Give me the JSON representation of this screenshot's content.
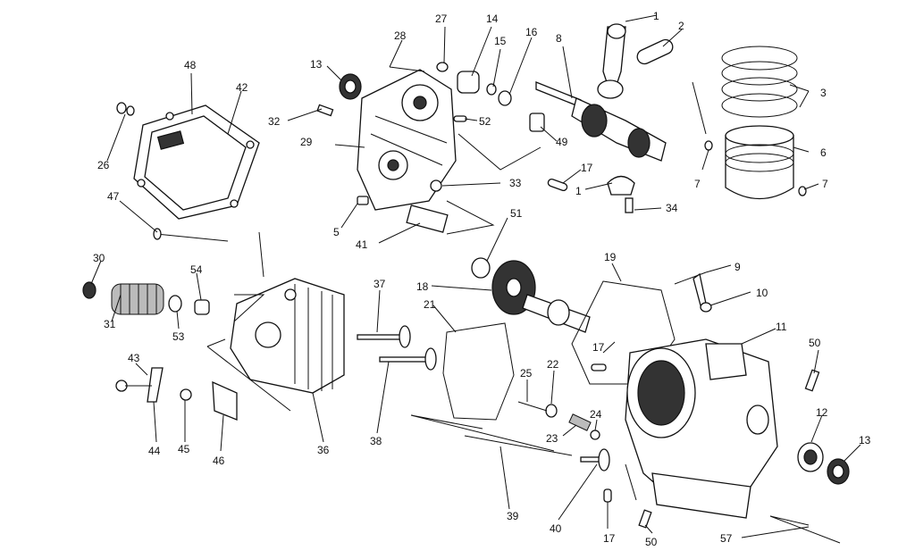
{
  "labels": {
    "l1a": "1",
    "l2": "2",
    "l3": "3",
    "l6": "6",
    "l7a": "7",
    "l7b": "7",
    "l8": "8",
    "l27": "27",
    "l14": "14",
    "l15": "15",
    "l16": "16",
    "l28": "28",
    "l13a": "13",
    "l32": "32",
    "l52": "52",
    "l49": "49",
    "l29": "29",
    "l17a": "17",
    "l1b": "1",
    "l33": "33",
    "l34": "34",
    "l5": "5",
    "l41": "41",
    "l51": "51",
    "l48": "48",
    "l42": "42",
    "l26": "26",
    "l47": "47",
    "l9": "9",
    "l10": "10",
    "l19": "19",
    "l30": "30",
    "l54": "54",
    "l37": "37",
    "l18": "18",
    "l21": "21",
    "l11": "11",
    "l31": "31",
    "l53": "53",
    "l17b": "17",
    "l50a": "50",
    "l43": "43",
    "l25": "25",
    "l22": "22",
    "l24": "24",
    "l12": "12",
    "l13b": "13",
    "l23": "23",
    "l44": "44",
    "l45": "45",
    "l46": "46",
    "l36": "36",
    "l38": "38",
    "l39": "39",
    "l40": "40",
    "l17c": "17",
    "l50b": "50",
    "l57": "57"
  }
}
